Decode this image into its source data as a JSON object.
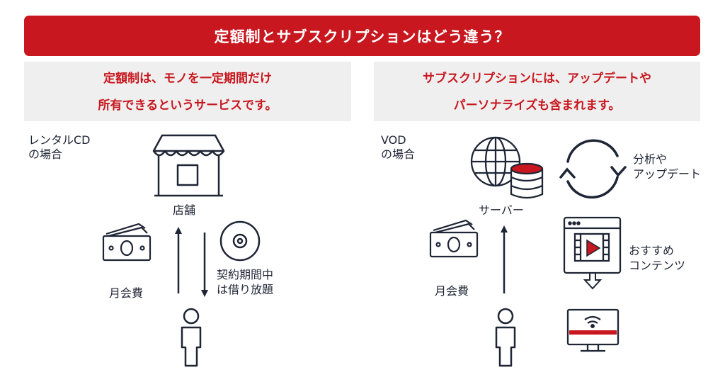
{
  "header": {
    "title": "定額制とサブスクリプションはどう違う？"
  },
  "left": {
    "subtitle_lines": [
      "定額制は、モノを一定期間だけ",
      "所有できるというサービスです。"
    ],
    "case_lines": [
      "レンタルCD",
      "の場合"
    ],
    "store_label": "店舗",
    "fee_label": "月会費",
    "rental_lines": [
      "契約期間中",
      "は借り放題"
    ]
  },
  "right": {
    "subtitle_lines": [
      "サブスクリプションには、アップデートや",
      "パーソナライズも含まれます。"
    ],
    "case_lines": [
      "VOD",
      "の場合"
    ],
    "server_label": "サーバー",
    "analysis_lines": [
      "分析や",
      "アップデート"
    ],
    "recommend_lines": [
      "おすすめ",
      "コンテンツ"
    ],
    "fee_label": "月会費"
  },
  "colors": {
    "accent": "#c8171e",
    "ink": "#1e2535",
    "panel": "#efefef"
  }
}
